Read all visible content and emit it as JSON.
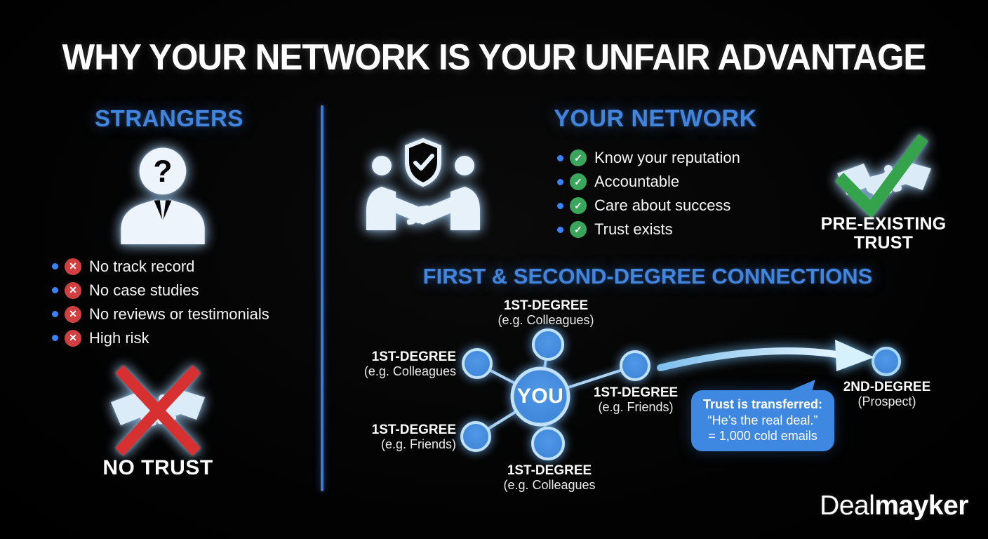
{
  "title": "WHY YOUR NETWORK IS YOUR UNFAIR ADVANTAGE",
  "glyphs": {
    "x": "✕",
    "check": "✓",
    "question": "?"
  },
  "colors": {
    "accent_blue": "#4384dc",
    "node_blue": "#3e86dc",
    "bubble_blue": "#3f88e2",
    "negative_red": "#d63031",
    "positive_green": "#35a24c"
  },
  "strangers": {
    "heading": "STRANGERS",
    "items": [
      "No track record",
      "No case studies",
      "No reviews or testimonials",
      "High risk"
    ],
    "no_trust_label": "NO TRUST"
  },
  "your_network": {
    "heading": "YOUR NETWORK",
    "items": [
      "Know your reputation",
      "Accountable",
      "Care about success",
      "Trust exists"
    ],
    "pre_existing_trust": {
      "line1": "PRE-EXISTING",
      "line2": "TRUST"
    }
  },
  "connections": {
    "heading": "FIRST & SECOND-DEGREE CONNECTIONS",
    "you_label": "YOU",
    "labels": {
      "top": {
        "title": "1ST-DEGREE",
        "subtitle": "(e.g. Colleagues)"
      },
      "left": {
        "title": "1ST-DEGREE",
        "subtitle": "(e.g. Colleagues"
      },
      "bottom_left": {
        "title": "1ST-DEGREE",
        "subtitle": "(e.g. Friends)"
      },
      "bottom": {
        "title": "1ST-DEGREE",
        "subtitle": "(e.g. Colleagues"
      },
      "right": {
        "title": "1ST-DEGREE",
        "subtitle": "(e.g. Friends)"
      },
      "second_degree": {
        "title": "2ND-DEGREE",
        "subtitle": "(Prospect)"
      }
    },
    "trust_bubble": {
      "line1": "Trust is transferred:",
      "line2": "“He’s the real deal.”",
      "line3": "= 1,000 cold emails"
    }
  },
  "brand": {
    "regular": "Deal",
    "bold": "mayker"
  }
}
